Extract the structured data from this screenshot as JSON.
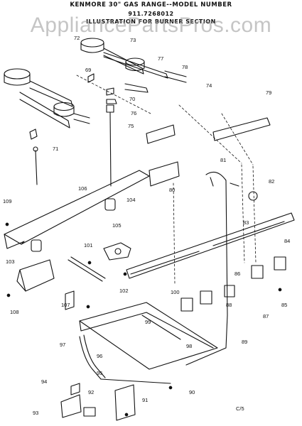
{
  "header": {
    "line1": "KENMORE 30\" GAS RANGE--MODEL NUMBER",
    "line2": "911.7268012",
    "line3": "ILLUSTRATION FOR BURNER SECTION"
  },
  "watermark": "AppliancePartsPros.com",
  "corner_code": "C/5",
  "part_labels": [
    "72",
    "73",
    "77",
    "78",
    "69",
    "70",
    "76",
    "74",
    "79",
    "75",
    "71",
    "106",
    "80",
    "81",
    "82",
    "109",
    "104",
    "105",
    "83",
    "84",
    "103",
    "101",
    "102",
    "100",
    "86",
    "88",
    "87",
    "85",
    "108",
    "107",
    "99",
    "97",
    "98",
    "89",
    "96",
    "95",
    "94",
    "92",
    "90",
    "91",
    "93"
  ]
}
